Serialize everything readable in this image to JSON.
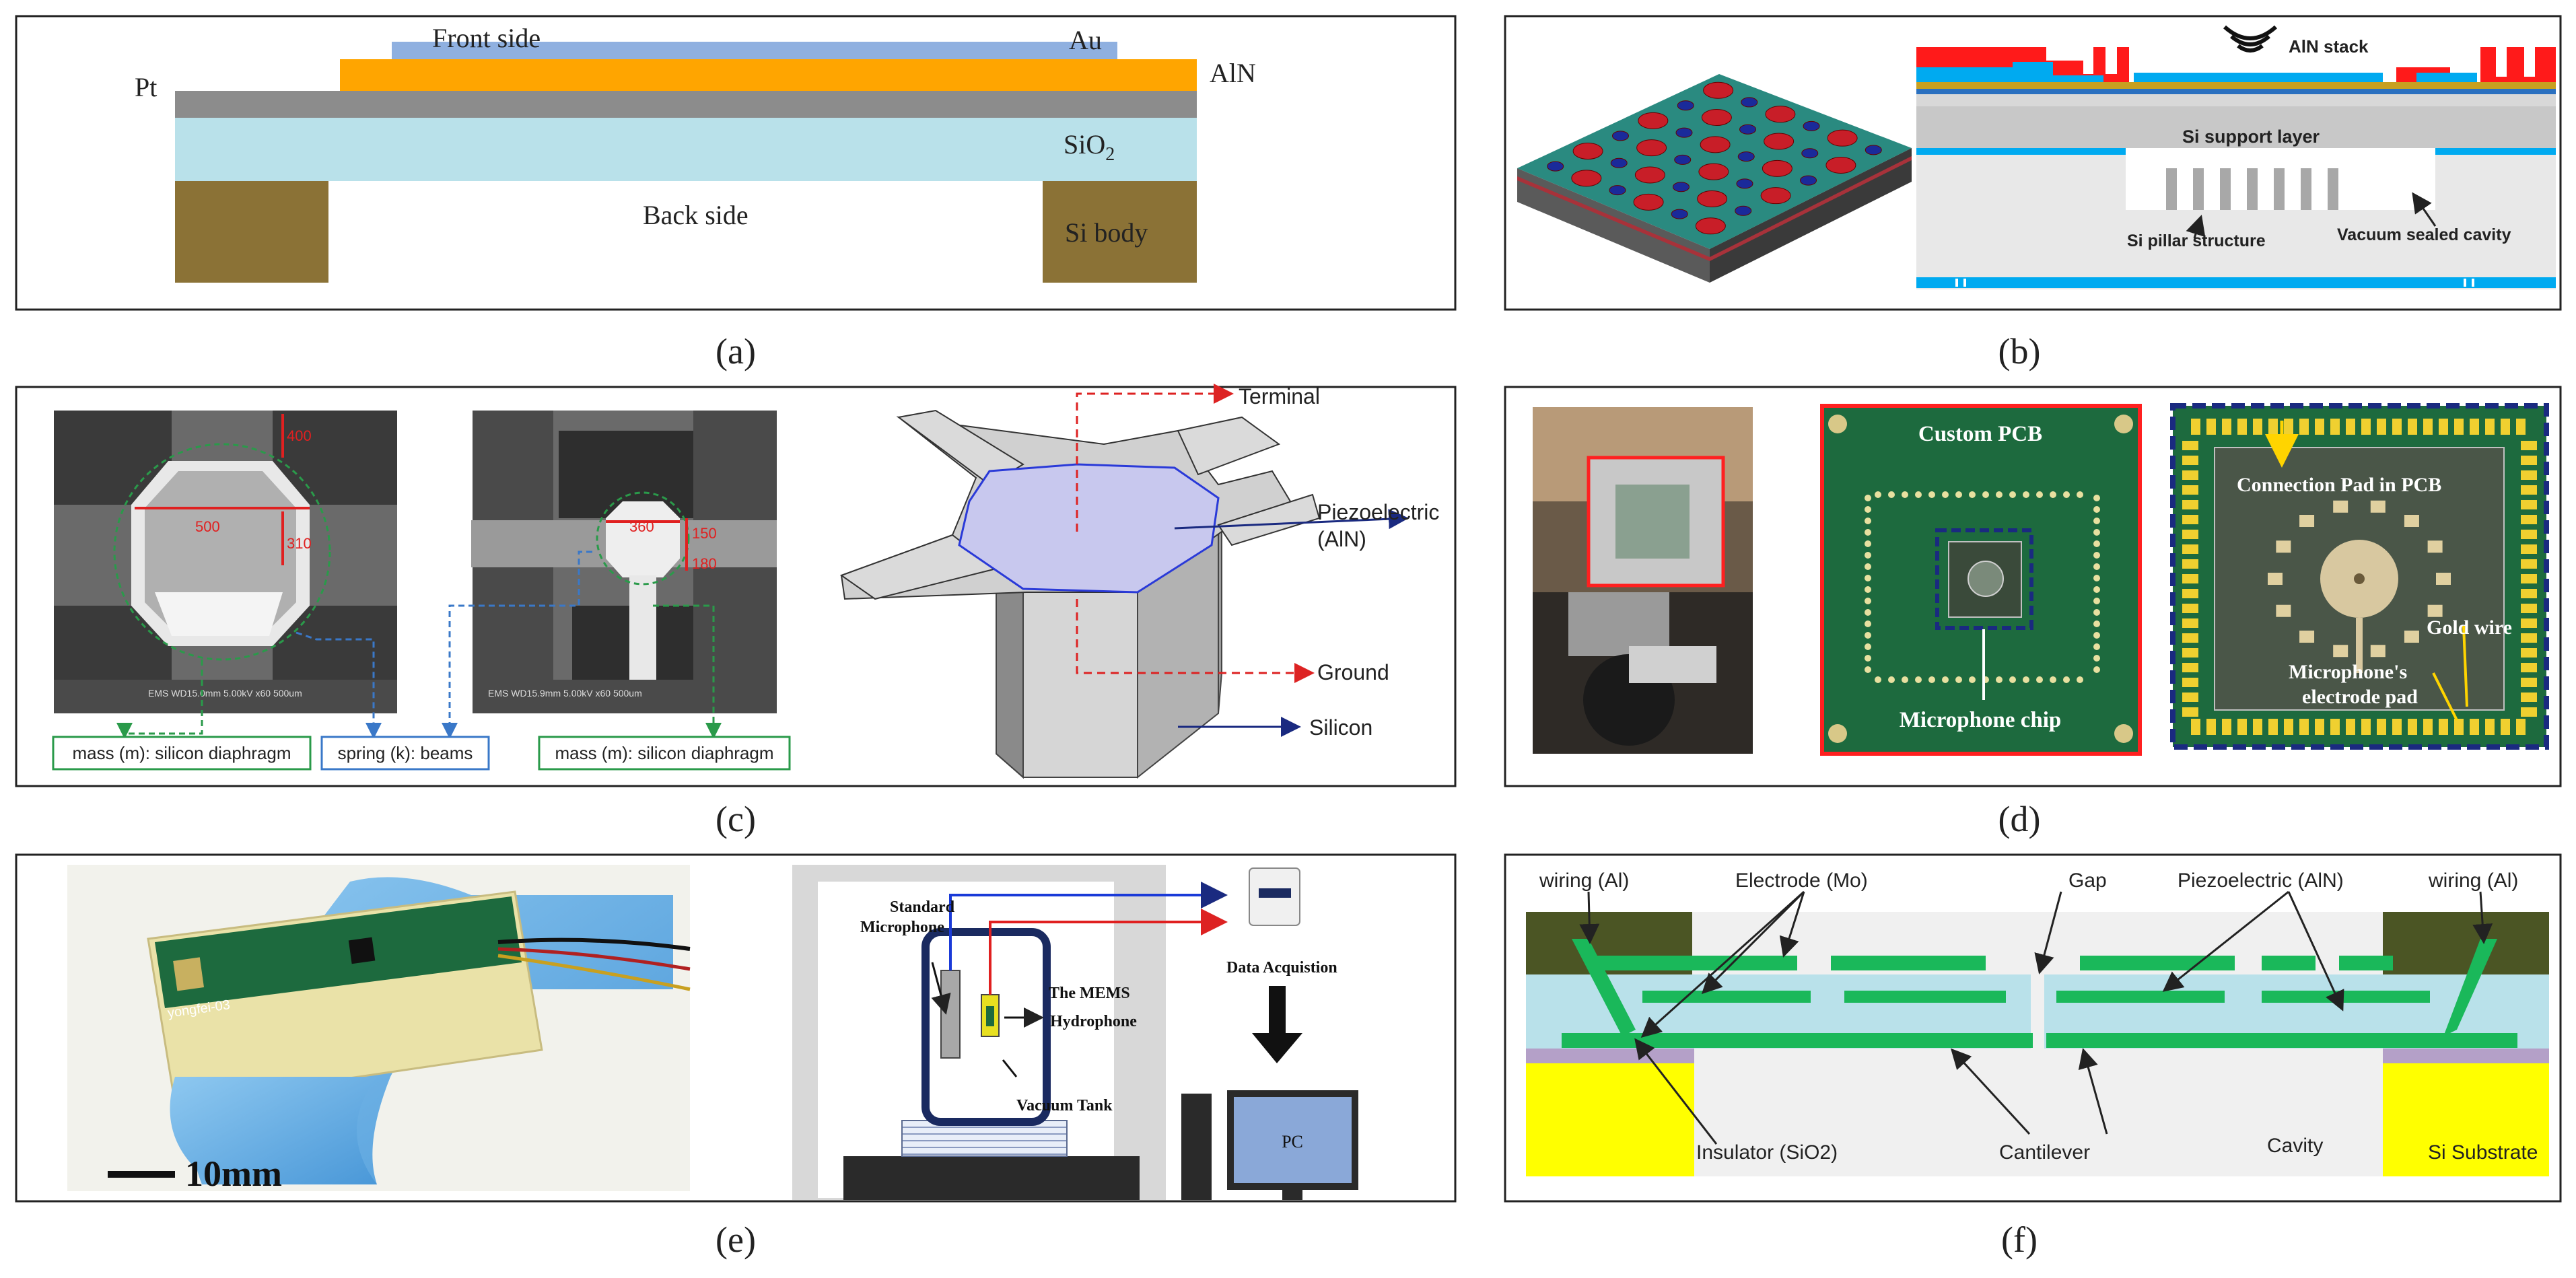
{
  "captions": {
    "a": "(a)",
    "b": "(b)",
    "c": "(c)",
    "d": "(d)",
    "e": "(e)",
    "f": "(f)"
  },
  "panel_a": {
    "front_side": "Front side",
    "au": "Au",
    "aln": "AlN",
    "pt": "Pt",
    "sio2": "SiO",
    "sio2_sub": "2",
    "back_side": "Back side",
    "si_body": "Si body"
  },
  "panel_b": {
    "aln_stack": "AlN stack",
    "si_support_layer": "Si support layer",
    "si_pillar_structure": "Si pillar structure",
    "vacuum_sealed_cavity": "Vacuum sealed cavity"
  },
  "panel_c": {
    "dim_400": "400",
    "dim_500": "500",
    "dim_310": "310",
    "dim_360": "360",
    "dim_150": "150",
    "dim_180": "180",
    "sem_footer_1": "EMS    WD15.0mm 5.00kV x60   500um",
    "sem_footer_2": "EMS    WD15.9mm 5.00kV x60   500um",
    "mass_label_left": "mass (m): silicon diaphragm",
    "spring_label": "spring (k): beams",
    "mass_label_right": "mass (m): silicon diaphragm",
    "terminal": "Terminal",
    "piezoelectric": "Piezoelectric",
    "aln_paren": "(AlN)",
    "ground": "Ground",
    "silicon": "Silicon"
  },
  "panel_d": {
    "custom_pcb": "Custom PCB",
    "microphone_chip": "Microphone chip",
    "connection_pad": "Connection Pad in PCB",
    "gold_wire": "Gold wire",
    "electrode_pad_1": "Microphone's",
    "electrode_pad_2": "electrode pad"
  },
  "panel_e": {
    "board_text": "yongfei-03",
    "scale": "10mm",
    "standard_mic_1": "Standard",
    "standard_mic_2": "Microphone",
    "mems_1": "The MEMS",
    "mems_2": "Hydrophone",
    "vacuum_tank": "Vacuum Tank",
    "data_acq": "Data Acquistion",
    "pc": "PC"
  },
  "panel_f": {
    "wiring_left": "wiring (Al)",
    "electrode": "Electrode (Mo)",
    "gap": "Gap",
    "piezoelectric": "Piezoelectric (AlN)",
    "wiring_right": "wiring (Al)",
    "insulator": "Insulator (SiO2)",
    "cantilever": "Cantilever",
    "cavity": "Cavity",
    "si_substrate": "Si Substrate"
  },
  "colors": {
    "au": "#8fb0e0",
    "aln": "#ffa500",
    "pt": "#8c8c8c",
    "sio2": "#b9e1ea",
    "si_body": "#8b7236",
    "pcb_green": "#1d6a3e",
    "cantilever_green": "#1ab85a",
    "substrate_yellow": "#ffff00",
    "wiring_olive": "#4b5524",
    "insulator_lilac": "#b4a0c8"
  }
}
